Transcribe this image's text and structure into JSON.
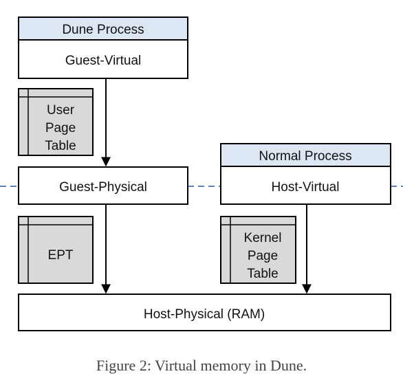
{
  "colors": {
    "header_fill": "#dde6f3",
    "table_fill": "#d9d9d9",
    "box_fill": "#ffffff",
    "stroke": "#000000",
    "dashed_line": "#5b80b8"
  },
  "dune": {
    "header": "Dune Process",
    "guest_virtual": "Guest-Virtual"
  },
  "user_page_table": {
    "line1": "User",
    "line2": "Page",
    "line3": "Table"
  },
  "guest_physical": "Guest-Physical",
  "normal": {
    "header": "Normal Process",
    "host_virtual": "Host-Virtual"
  },
  "ept": "EPT",
  "kernel_page_table": {
    "line1": "Kernel",
    "line2": "Page",
    "line3": "Table"
  },
  "host_physical": "Host-Physical (RAM)",
  "caption": "Figure 2: Virtual memory in Dune."
}
